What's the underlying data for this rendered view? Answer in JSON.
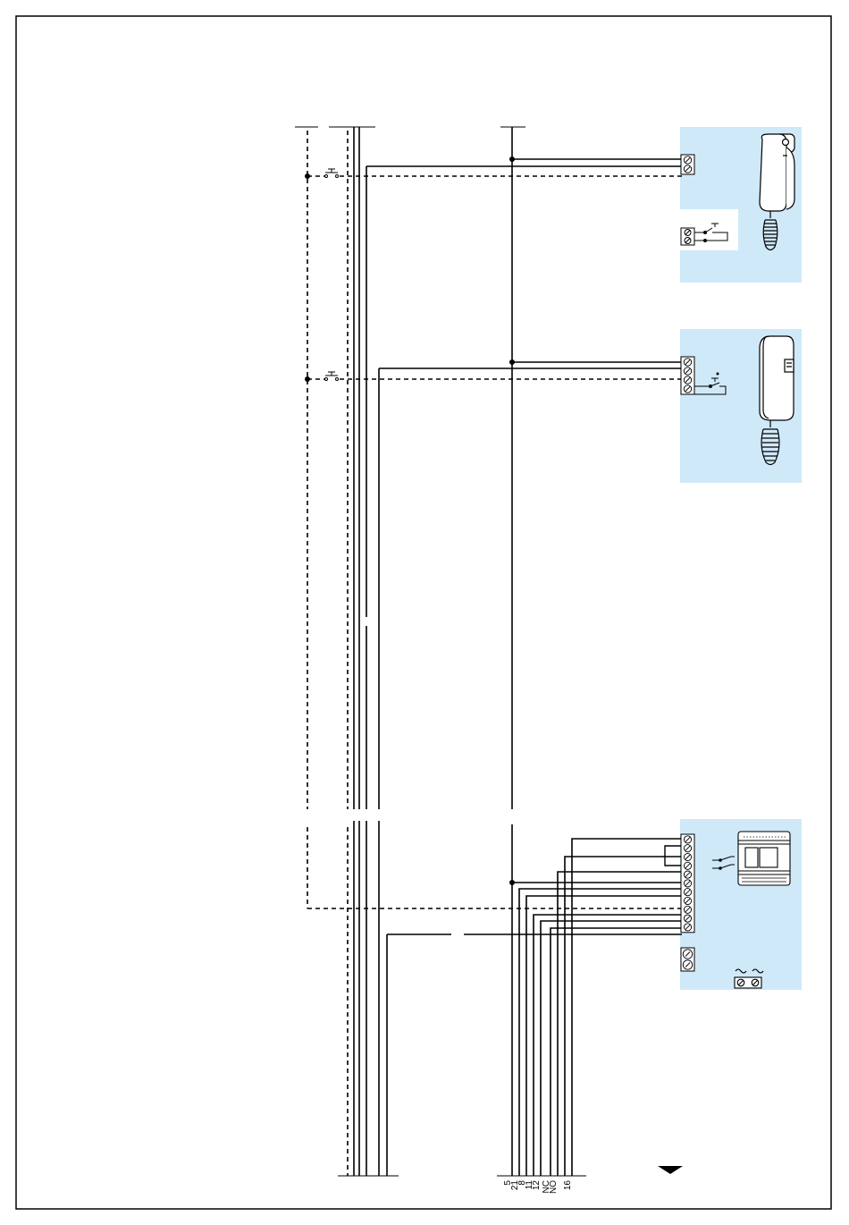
{
  "diagram": {
    "colors": {
      "panel_fill": "#cfe9f9",
      "wire": "#000000",
      "frame": "#000000",
      "background": "#ffffff"
    },
    "units": [
      {
        "kind": "handset-phone",
        "terminals": 2,
        "extra_pushbutton_block": true
      },
      {
        "kind": "handset-phone",
        "terminals": 4,
        "extra_pushbutton_block": false
      },
      {
        "kind": "power-supply-module",
        "terminals": 11,
        "mains_terminals": 2
      }
    ],
    "terminal_labels": [
      "5",
      "21",
      "8",
      "11",
      "12",
      "NC",
      "NO",
      "16"
    ],
    "icons": {
      "continue_marker": "triangle-down-icon",
      "mains": "ac-tilde-icon",
      "pushbutton": "pushbutton-icon",
      "relay": "relay-contact-icon"
    }
  }
}
